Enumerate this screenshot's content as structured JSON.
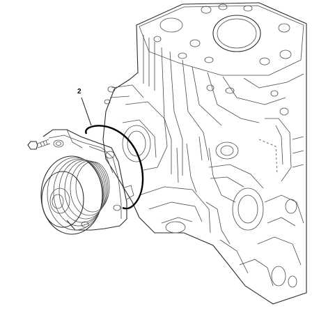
{
  "callouts": [
    {
      "label": "2",
      "refers_to": "O-ring seal"
    }
  ],
  "components": {
    "engine_block": "engine-block",
    "water_pump": "water-pump",
    "pulley": "pump-pulley",
    "seal": "o-ring-seal",
    "bolt": "mounting-bolt"
  }
}
